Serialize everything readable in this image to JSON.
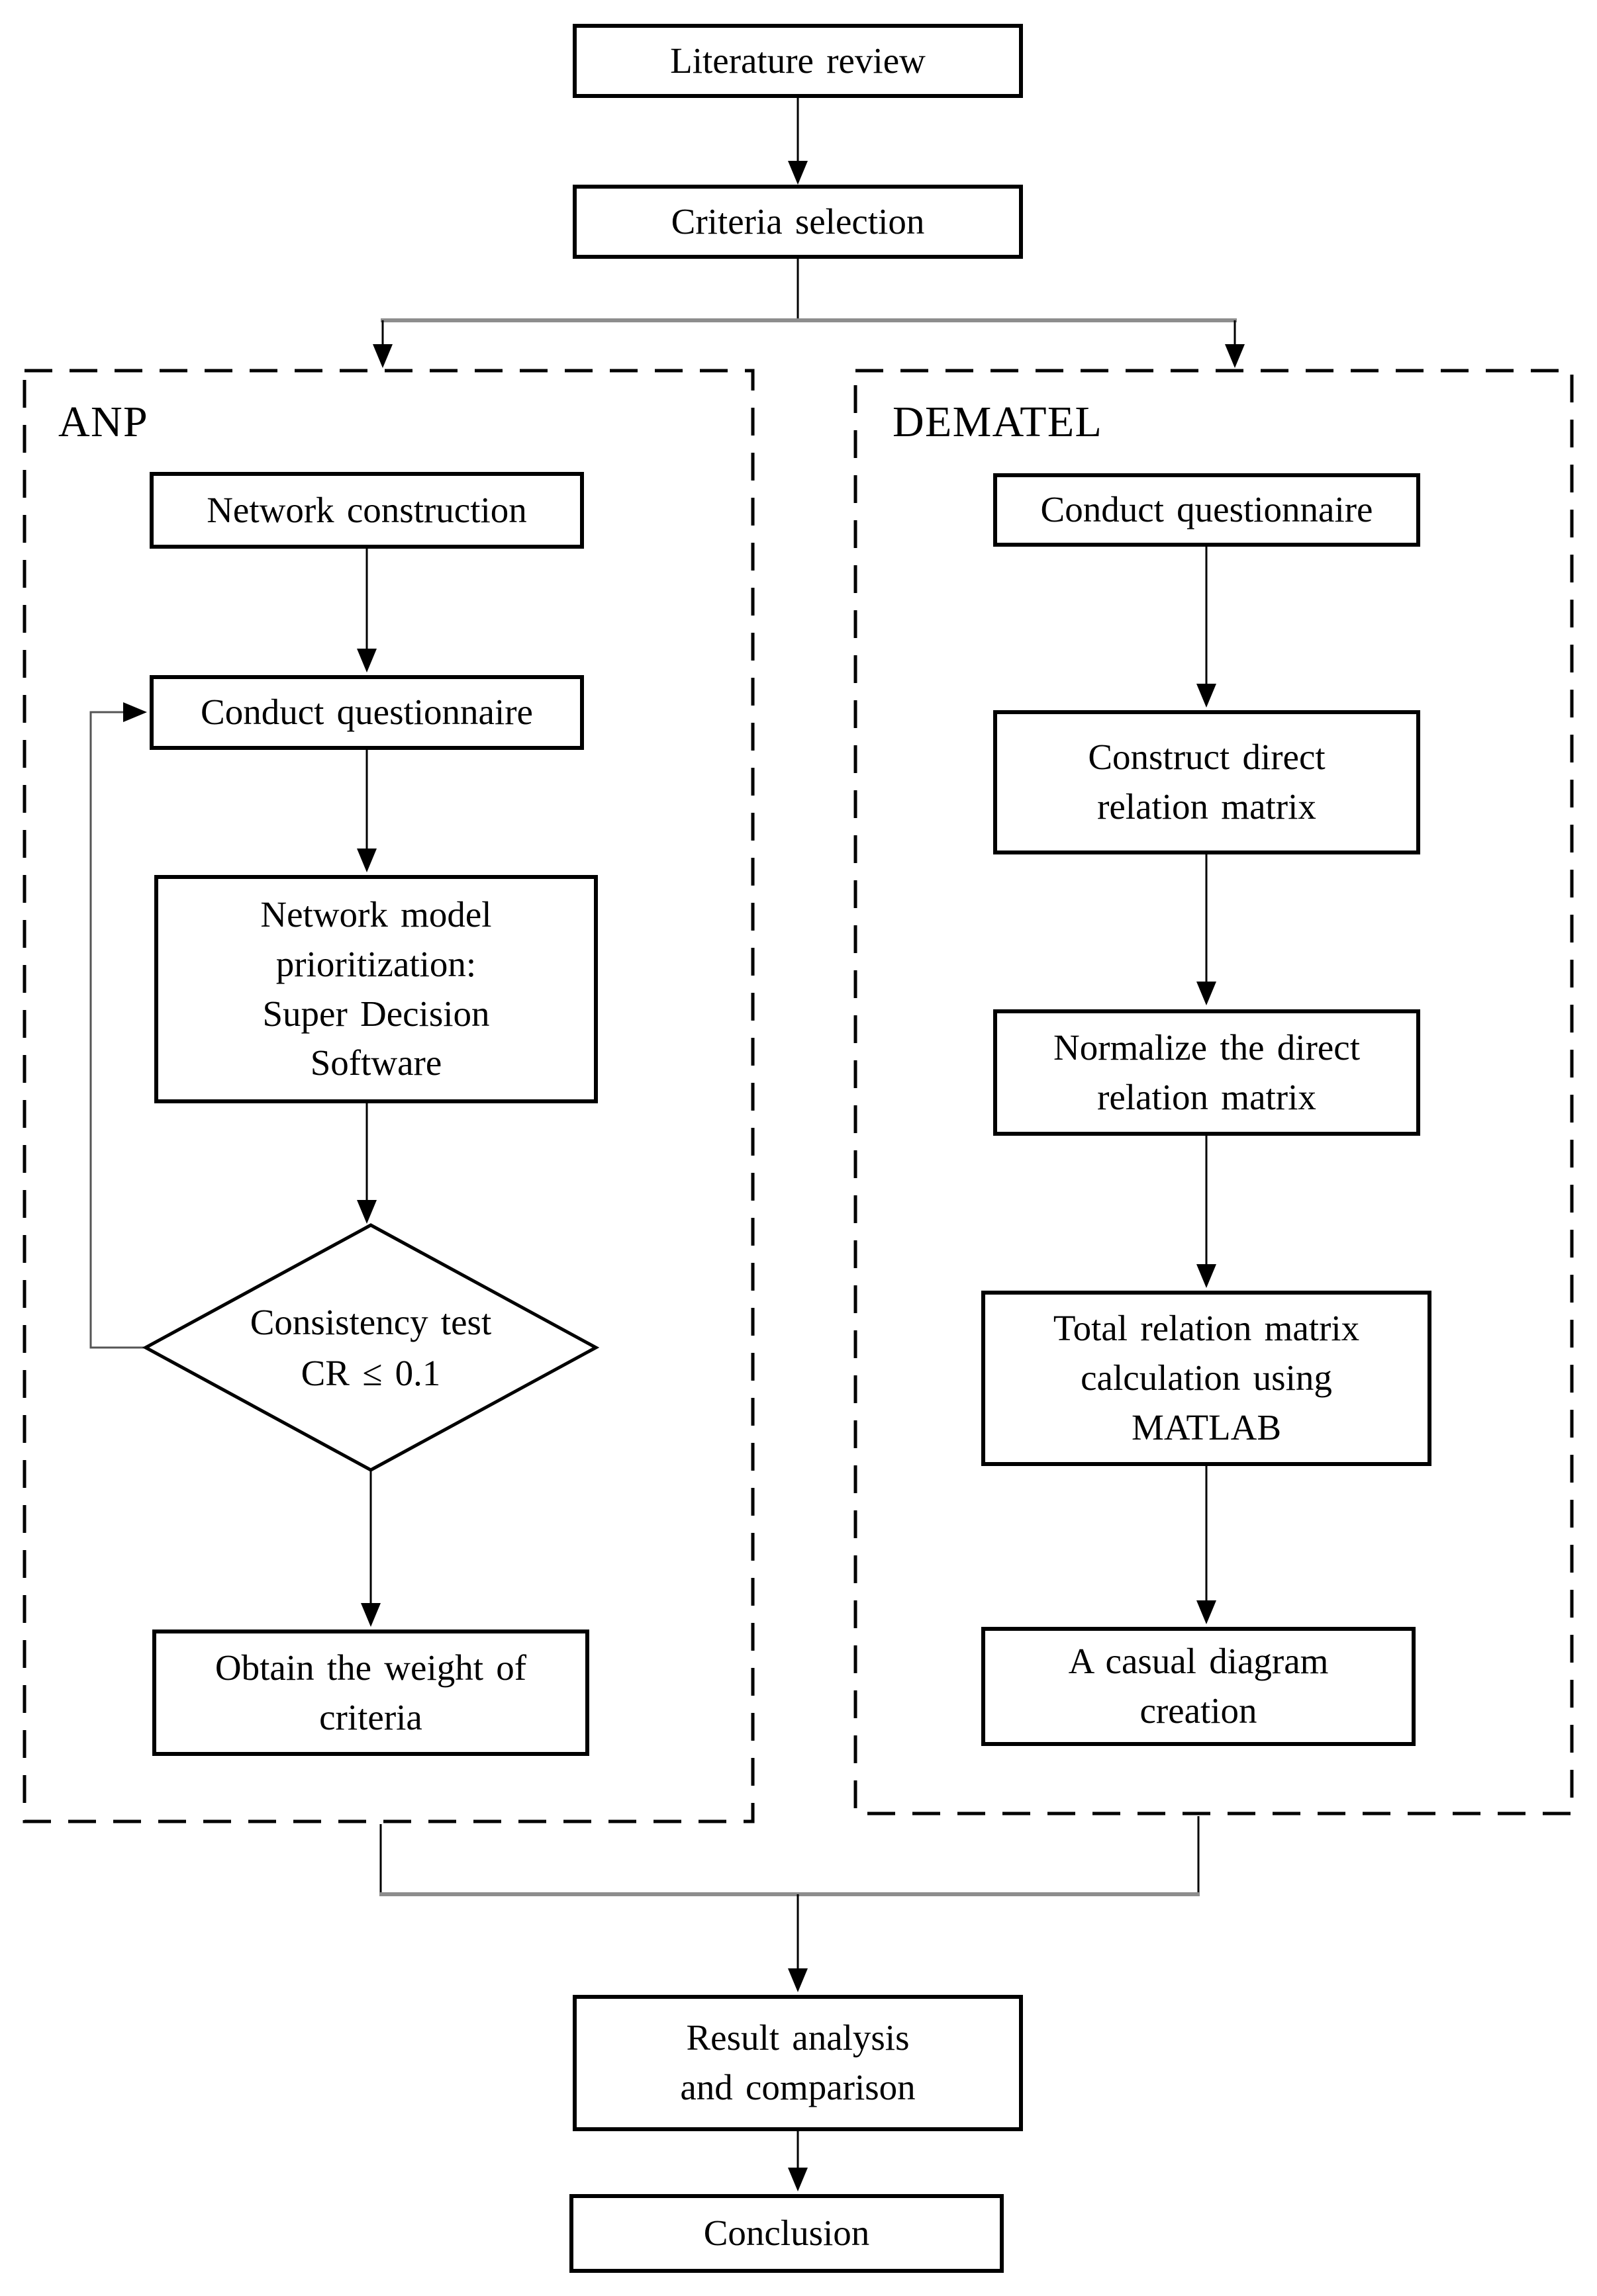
{
  "page": {
    "background": "#ffffff"
  },
  "colors": {
    "line": "#000000",
    "text": "#000000",
    "connector_gray": "#8d8d8d",
    "node_fill": "#ffffff"
  },
  "diagram": {
    "type": "flowchart",
    "groups": {
      "anp": {
        "label": "ANP"
      },
      "dematel": {
        "label": "DEMATEL"
      }
    },
    "nodes": {
      "literature_review": {
        "label": "Literature review",
        "shape": "rect"
      },
      "criteria_selection": {
        "label": "Criteria selection",
        "shape": "rect"
      },
      "network_construction": {
        "label": "Network construction",
        "shape": "rect",
        "group": "ANP"
      },
      "conduct_questionnaire_anp": {
        "label": "Conduct questionnaire",
        "shape": "rect",
        "group": "ANP"
      },
      "network_model_prioritization": {
        "label": "Network model\nprioritization:\nSuper Decision\nSoftware",
        "shape": "rect",
        "group": "ANP"
      },
      "consistency_test": {
        "label": "Consistency test\nCR ≤ 0.1",
        "shape": "diamond",
        "group": "ANP"
      },
      "obtain_weight_of_criteria": {
        "label": "Obtain the weight of\ncriteria",
        "shape": "rect",
        "group": "ANP"
      },
      "conduct_questionnaire_dematel": {
        "label": "Conduct questionnaire",
        "shape": "rect",
        "group": "DEMATEL"
      },
      "construct_direct_relation_matrix": {
        "label": "Construct direct\nrelation matrix",
        "shape": "rect",
        "group": "DEMATEL"
      },
      "normalize_direct_relation_matrix": {
        "label": "Normalize the direct\nrelation matrix",
        "shape": "rect",
        "group": "DEMATEL"
      },
      "total_relation_matrix": {
        "label": "Total relation matrix\ncalculation using\nMATLAB",
        "shape": "rect",
        "group": "DEMATEL"
      },
      "casual_diagram_creation": {
        "label": "A casual diagram\ncreation",
        "shape": "rect",
        "group": "DEMATEL"
      },
      "result_analysis": {
        "label": "Result analysis\nand comparison",
        "shape": "rect"
      },
      "conclusion": {
        "label": "Conclusion",
        "shape": "rect"
      }
    },
    "edges": [
      {
        "from": "literature_review",
        "to": "criteria_selection"
      },
      {
        "from": "criteria_selection",
        "to": "anp"
      },
      {
        "from": "criteria_selection",
        "to": "dematel"
      },
      {
        "from": "network_construction",
        "to": "conduct_questionnaire_anp"
      },
      {
        "from": "conduct_questionnaire_anp",
        "to": "network_model_prioritization"
      },
      {
        "from": "network_model_prioritization",
        "to": "consistency_test"
      },
      {
        "from": "consistency_test",
        "to": "obtain_weight_of_criteria"
      },
      {
        "from": "consistency_test",
        "to": "conduct_questionnaire_anp",
        "type": "feedback"
      },
      {
        "from": "conduct_questionnaire_dematel",
        "to": "construct_direct_relation_matrix"
      },
      {
        "from": "construct_direct_relation_matrix",
        "to": "normalize_direct_relation_matrix"
      },
      {
        "from": "normalize_direct_relation_matrix",
        "to": "total_relation_matrix"
      },
      {
        "from": "total_relation_matrix",
        "to": "casual_diagram_creation"
      },
      {
        "from": "anp",
        "to": "result_analysis"
      },
      {
        "from": "dematel",
        "to": "result_analysis"
      },
      {
        "from": "result_analysis",
        "to": "conclusion"
      }
    ]
  }
}
